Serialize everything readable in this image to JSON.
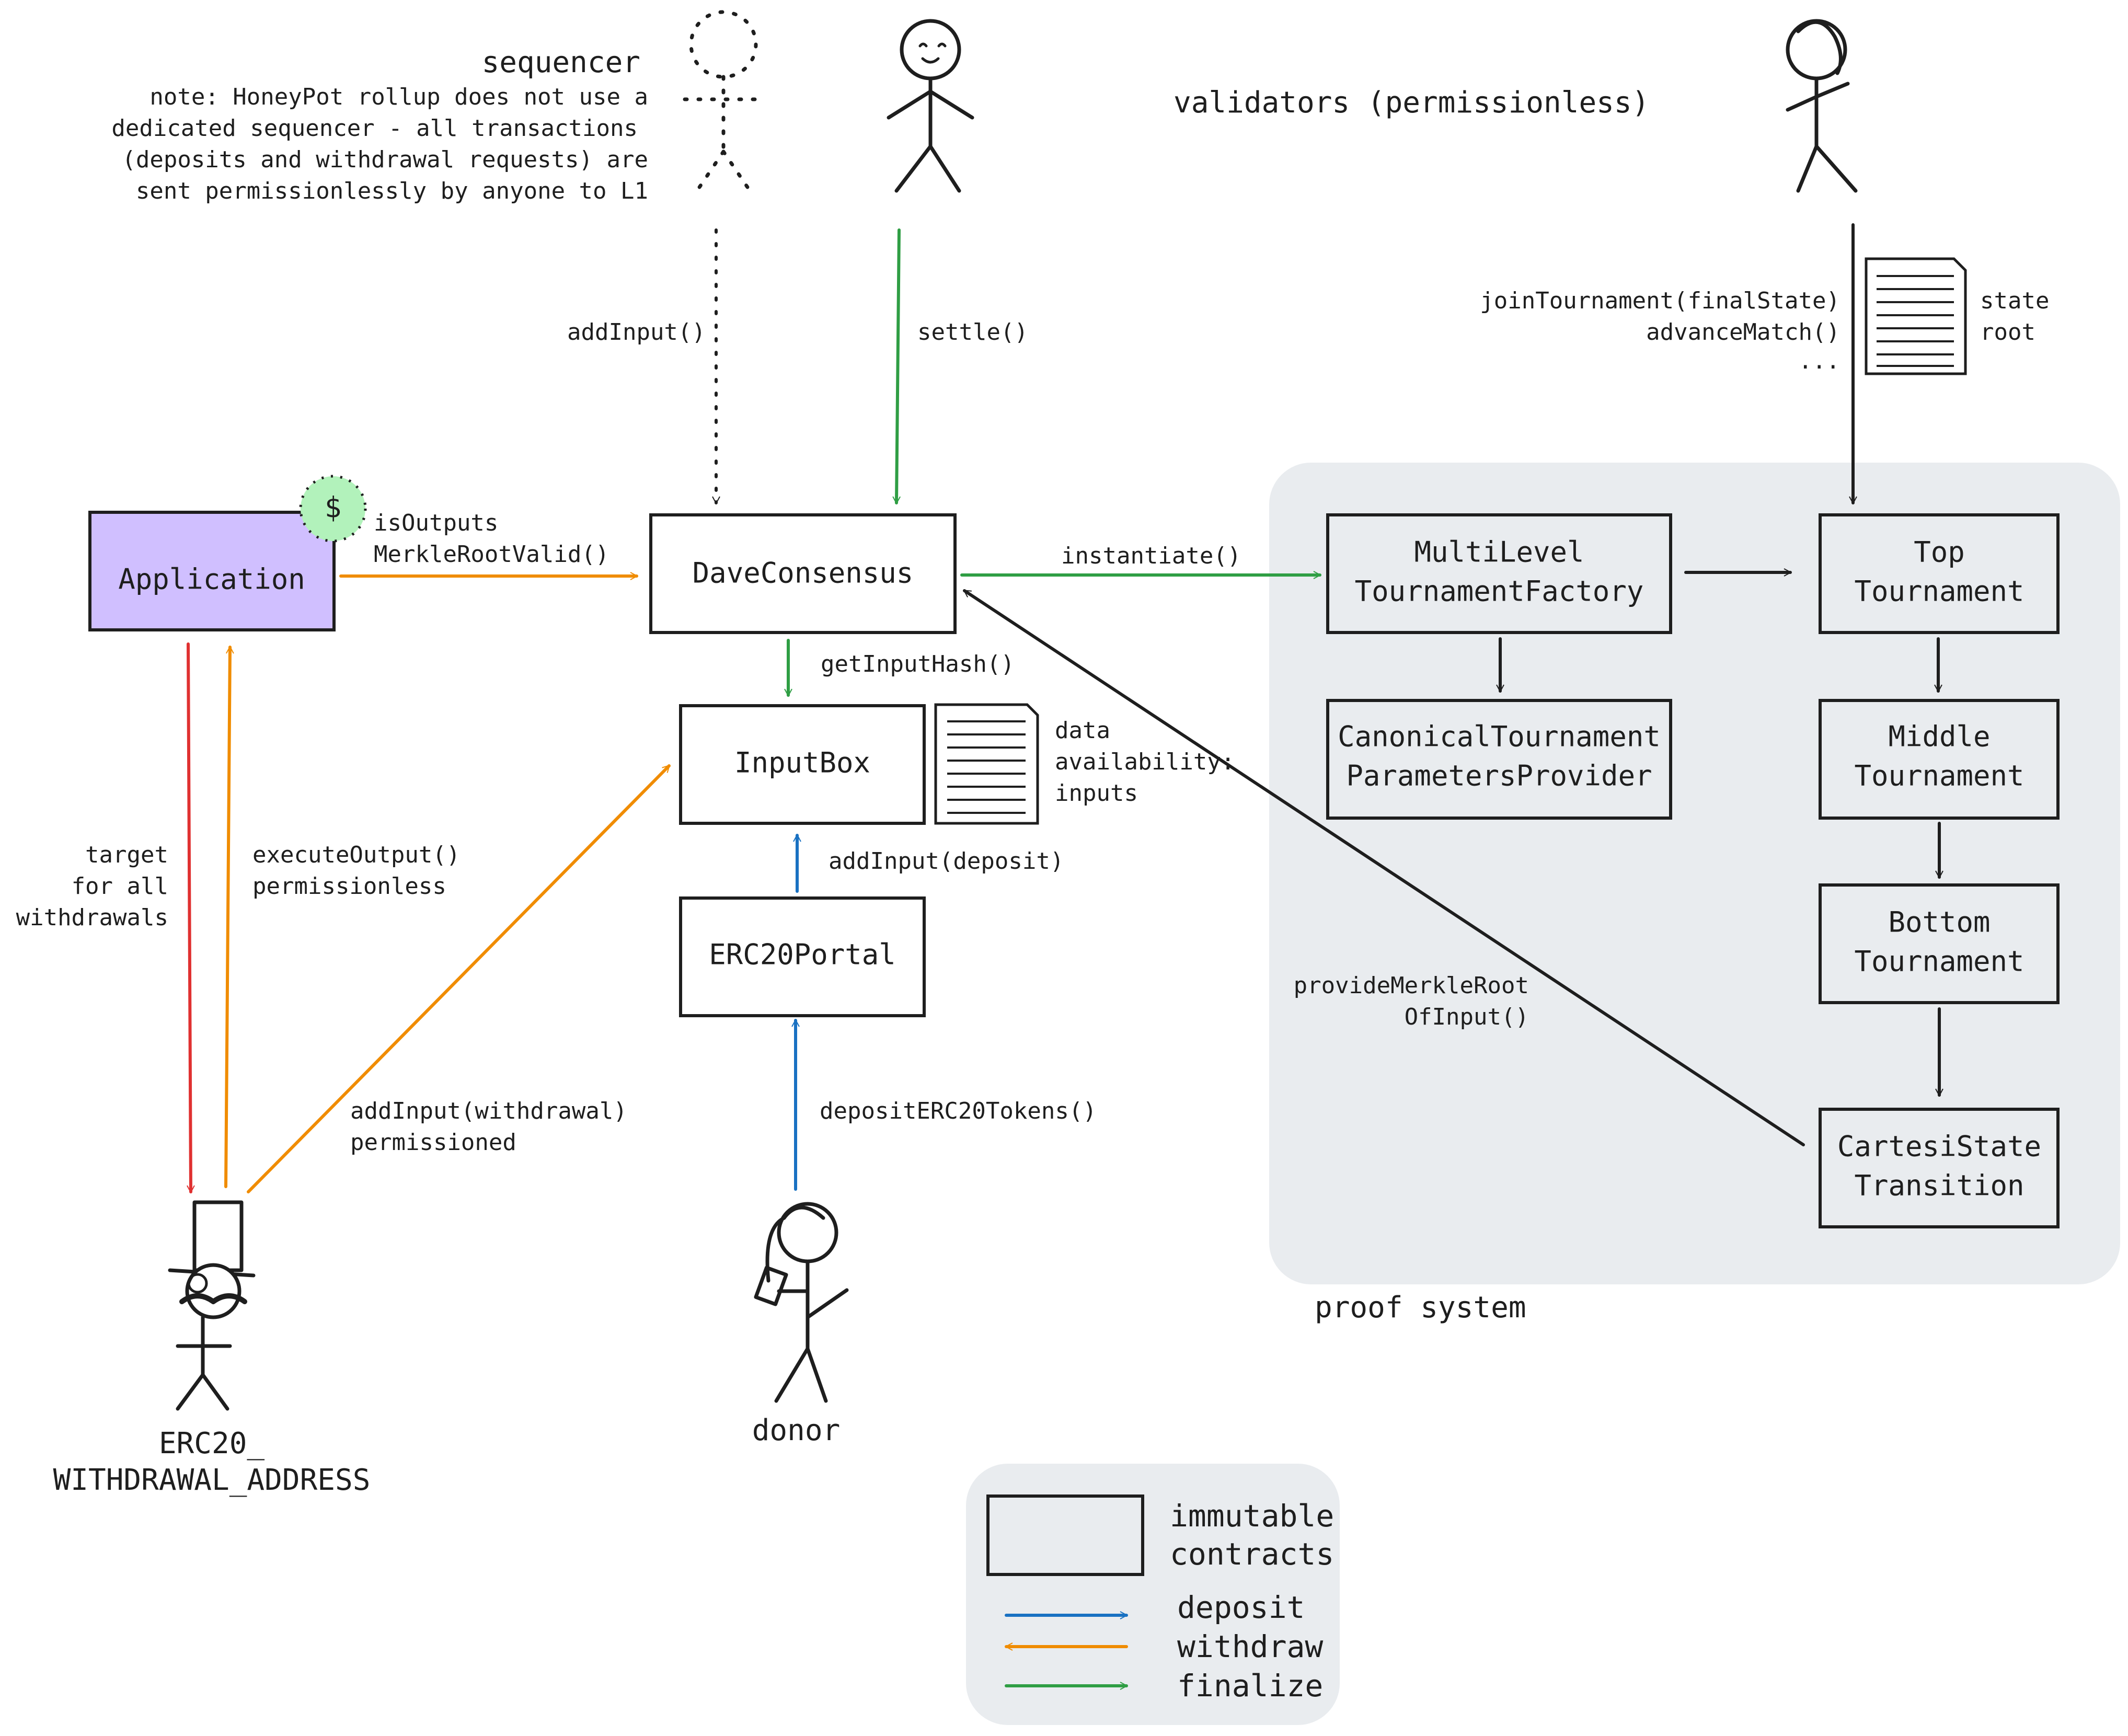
{
  "actors": {
    "sequencer": {
      "name": "sequencer",
      "note": [
        "note: HoneyPot rollup does not use a",
        "dedicated sequencer - all transactions",
        "(deposits and withdrawal requests) are",
        "sent permissionlessly by anyone to L1"
      ]
    },
    "validators": "validators (permissionless)",
    "withdrawal_address": [
      "ERC20_",
      "WITHDRAWAL_ADDRESS"
    ],
    "donor": "donor"
  },
  "contracts": {
    "application": "Application",
    "dollar": "$",
    "dave_consensus": "DaveConsensus",
    "input_box": "InputBox",
    "erc20_portal": "ERC20Portal",
    "factory": [
      "MultiLevel",
      "TournamentFactory"
    ],
    "params_provider": [
      "CanonicalTournament",
      "ParametersProvider"
    ],
    "top": [
      "Top",
      "Tournament"
    ],
    "middle": [
      "Middle",
      "Tournament"
    ],
    "bottom": [
      "Bottom",
      "Tournament"
    ],
    "cartesi": [
      "CartesiState",
      "Transition"
    ]
  },
  "calls": {
    "add_input": "addInput()",
    "settle": "settle()",
    "join": [
      "joinTournament(finalState)",
      "advanceMatch()",
      "..."
    ],
    "state_root": [
      "state",
      "root"
    ],
    "is_outputs": [
      "isOutputs",
      "MerkleRootValid()"
    ],
    "instantiate": "instantiate()",
    "get_input_hash": "getInputHash()",
    "data_availability": [
      "data",
      "availability:",
      "inputs"
    ],
    "add_input_deposit": "addInput(deposit)",
    "deposit_tokens": "depositERC20Tokens()",
    "target": [
      "target",
      "for all",
      "withdrawals"
    ],
    "execute_output": [
      "executeOutput()",
      "permissionless"
    ],
    "add_input_withdrawal": [
      "addInput(withdrawal)",
      "permissioned"
    ],
    "provide_merkle": [
      "provideMerkleRoot",
      "OfInput()"
    ]
  },
  "proof_system_label": "proof system",
  "legend": {
    "immutable": [
      "immutable",
      "contracts"
    ],
    "deposit": "deposit",
    "withdraw": "withdraw",
    "finalize": "finalize"
  },
  "colors": {
    "deposit": "#1971c2",
    "withdraw": "#f08c00",
    "finalize": "#2f9e44",
    "target": "#e03131",
    "application_fill": "#d0bfff",
    "dollar_fill": "#b2f2bb",
    "panel": "#e9ecef"
  }
}
